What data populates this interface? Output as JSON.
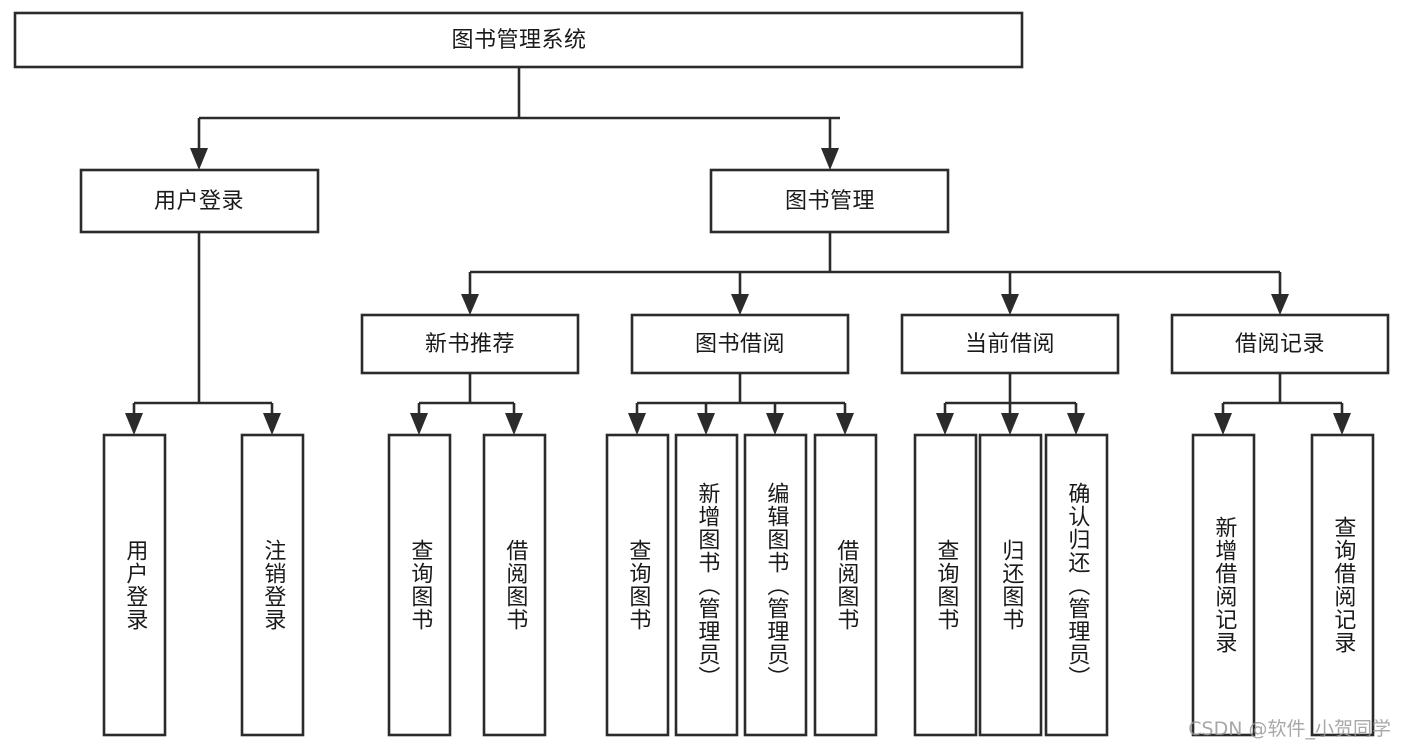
{
  "diagram": {
    "kind": "tree-structure-chart",
    "title": "图书管理系统",
    "watermark": "CSDN @软件_小贺同学",
    "colors": {
      "stroke": "#2b2b2b",
      "fill": "#ffffff",
      "text": "#1a1a1a",
      "watermark": "#9a9a9a"
    },
    "levels": [
      {
        "level": 1,
        "nodes": [
          {
            "id": "root",
            "label": "图书管理系统",
            "orientation": "horizontal"
          }
        ]
      },
      {
        "level": 2,
        "nodes": [
          {
            "id": "login",
            "label": "用户登录",
            "orientation": "horizontal"
          },
          {
            "id": "bookmgmt",
            "label": "图书管理",
            "orientation": "horizontal"
          }
        ]
      },
      {
        "level": 3,
        "nodes": [
          {
            "id": "newbook",
            "label": "新书推荐",
            "orientation": "horizontal"
          },
          {
            "id": "borrow",
            "label": "图书借阅",
            "orientation": "horizontal"
          },
          {
            "id": "current",
            "label": "当前借阅",
            "orientation": "horizontal"
          },
          {
            "id": "record",
            "label": "借阅记录",
            "orientation": "horizontal"
          }
        ]
      },
      {
        "level": 4,
        "nodes": [
          {
            "id": "leaf-1",
            "label": "用户登录",
            "orientation": "vertical",
            "parent": "login"
          },
          {
            "id": "leaf-2",
            "label": "注销登录",
            "orientation": "vertical",
            "parent": "login"
          },
          {
            "id": "leaf-3",
            "label": "查询图书",
            "orientation": "vertical",
            "parent": "newbook"
          },
          {
            "id": "leaf-4",
            "label": "借阅图书",
            "orientation": "vertical",
            "parent": "newbook"
          },
          {
            "id": "leaf-5",
            "label": "查询图书",
            "orientation": "vertical",
            "parent": "borrow"
          },
          {
            "id": "leaf-6",
            "label": "新增图书（管理员）",
            "orientation": "vertical",
            "parent": "borrow"
          },
          {
            "id": "leaf-7",
            "label": "编辑图书（管理员）",
            "orientation": "vertical",
            "parent": "borrow"
          },
          {
            "id": "leaf-8",
            "label": "借阅图书",
            "orientation": "vertical",
            "parent": "borrow"
          },
          {
            "id": "leaf-9",
            "label": "查询图书",
            "orientation": "vertical",
            "parent": "current"
          },
          {
            "id": "leaf-10",
            "label": "归还图书",
            "orientation": "vertical",
            "parent": "current"
          },
          {
            "id": "leaf-11",
            "label": "确认归还（管理员）",
            "orientation": "vertical",
            "parent": "current"
          },
          {
            "id": "leaf-12",
            "label": "新增借阅记录",
            "orientation": "vertical",
            "parent": "record"
          },
          {
            "id": "leaf-13",
            "label": "查询借阅记录",
            "orientation": "vertical",
            "parent": "record"
          }
        ]
      }
    ],
    "edges": [
      {
        "from": "root",
        "to": "login"
      },
      {
        "from": "root",
        "to": "bookmgmt"
      },
      {
        "from": "bookmgmt",
        "to": "newbook"
      },
      {
        "from": "bookmgmt",
        "to": "borrow"
      },
      {
        "from": "bookmgmt",
        "to": "current"
      },
      {
        "from": "bookmgmt",
        "to": "record"
      },
      {
        "from": "login",
        "to": "leaf-1"
      },
      {
        "from": "login",
        "to": "leaf-2"
      },
      {
        "from": "newbook",
        "to": "leaf-3"
      },
      {
        "from": "newbook",
        "to": "leaf-4"
      },
      {
        "from": "borrow",
        "to": "leaf-5"
      },
      {
        "from": "borrow",
        "to": "leaf-6"
      },
      {
        "from": "borrow",
        "to": "leaf-7"
      },
      {
        "from": "borrow",
        "to": "leaf-8"
      },
      {
        "from": "current",
        "to": "leaf-9"
      },
      {
        "from": "current",
        "to": "leaf-10"
      },
      {
        "from": "current",
        "to": "leaf-11"
      },
      {
        "from": "record",
        "to": "leaf-12"
      },
      {
        "from": "record",
        "to": "leaf-13"
      }
    ]
  }
}
